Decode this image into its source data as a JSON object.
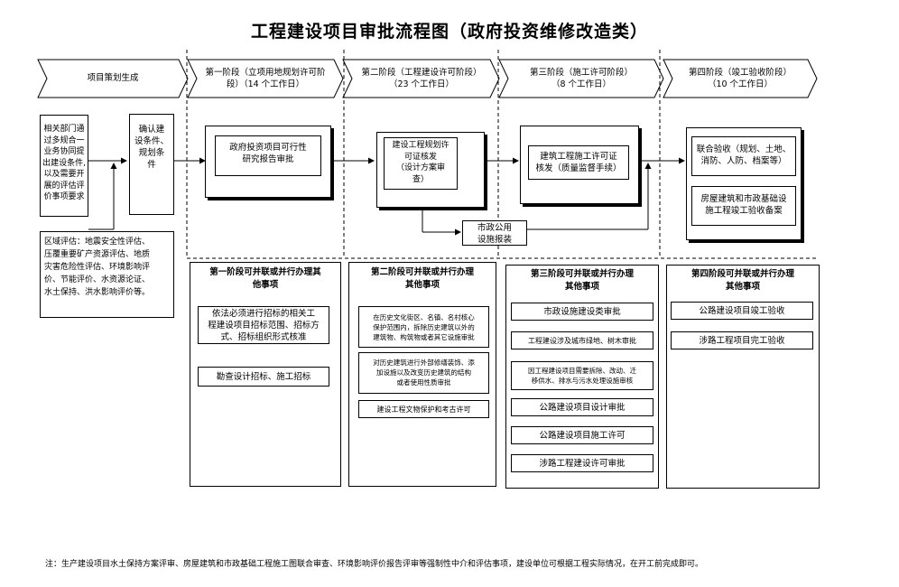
{
  "title": "工程建设项目审批流程图（政府投资维修改造类）",
  "stages": {
    "s0": "项目策划生成",
    "s1_l1": "第一阶段（立项用地规划许可阶",
    "s1_l2": "段）（14 个工作日）",
    "s2_l1": "第二阶段（工程建设许可阶段）",
    "s2_l2": "（23 个工作日）",
    "s3_l1": "第三阶段（施工许可阶段）",
    "s3_l2": "（8 个工作日）",
    "s4_l1": "第四阶段（竣工验收阶段）",
    "s4_l2": "（10 个工作日）"
  },
  "planning": {
    "dept_l1": "相关部门通",
    "dept_l2": "过多规合一",
    "dept_l3": "业务协同提",
    "dept_l4": "出建设条件,",
    "dept_l5": "以及需要开",
    "dept_l6": "展的评估评",
    "dept_l7": "价事项要求",
    "confirm_l1": "确认建",
    "confirm_l2": "设条件、",
    "confirm_l3": "规划条",
    "confirm_l4": "件",
    "region_l1": "区域评估：地震安全性评估、",
    "region_l2": "压覆重要矿产资源评估、地质",
    "region_l3": "灾害危险性评估、环境影响评",
    "region_l4": "价、节能评价、水资源论证、",
    "region_l5": "水土保持、洪水影响评价等。"
  },
  "main": {
    "s1_l1": "政府投资项目可行性",
    "s1_l2": "研究报告审批",
    "s2_l1": "建设工程规划许",
    "s2_l2": "可证核发",
    "s2_l3": "（设计方案审",
    "s2_l4": "查）",
    "muni_l1": "市政公用",
    "muni_l2": "设施报装",
    "s3_l1": "建筑工程施工许可证",
    "s3_l2": "核发（质量监督手续）",
    "s4_a_l1": "联合验收（规划、土地、",
    "s4_a_l2": "消防、人防、档案等）",
    "s4_b_l1": "房屋建筑和市政基础设",
    "s4_b_l2": "施工程竣工验收备案"
  },
  "parallel": {
    "p1_h1": "第一阶段可并联或并行办理其",
    "p1_h2": "他事项",
    "p1_a_l1": "依法必须进行招标的相关工",
    "p1_a_l2": "程建设项目招标范围、招标方",
    "p1_a_l3": "式、招标组织形式核准",
    "p1_b": "勘查设计招标、施工招标",
    "p2_h1": "第二阶段可并联或并行办理",
    "p2_h2": "其他事项",
    "p2_a_l1": "在历史文化街区、名镇、名村核心",
    "p2_a_l2": "保护范围内，拆除历史建筑以外的",
    "p2_a_l3": "建筑物、构筑物或者其它设施审批",
    "p2_b_l1": "对历史建筑进行外部修缮装饰、添",
    "p2_b_l2": "加设施以及改变历史建筑的结构",
    "p2_b_l3": "或者使用性质审批",
    "p2_c": "建设工程文物保护和考古许可",
    "p3_h1": "第三阶段可并联或并行办理",
    "p3_h2": "其他事项",
    "p3_a": "市政设施建设类审批",
    "p3_b": "工程建设涉及城市绿地、树木审批",
    "p3_c_l1": "因工程建设项目需要拆除、改动、迁",
    "p3_c_l2": "移供水、排水与污水处理设施审核",
    "p3_d": "公路建设项目设计审批",
    "p3_e": "公路建设项目施工许可",
    "p3_f": "涉路工程建设许可审批",
    "p4_h1": "第四阶段可并联或并行办理",
    "p4_h2": "其他事项",
    "p4_a": "公路建设项目竣工验收",
    "p4_b": "涉路工程项目完工验收"
  },
  "note": "注：生产建设项目水土保持方案评审、房屋建筑和市政基础工程施工图联合审查、环境影响评价报告评审等强制性中介和评估事项，建设单位可根据工程实际情况，在开工前完成即可。"
}
